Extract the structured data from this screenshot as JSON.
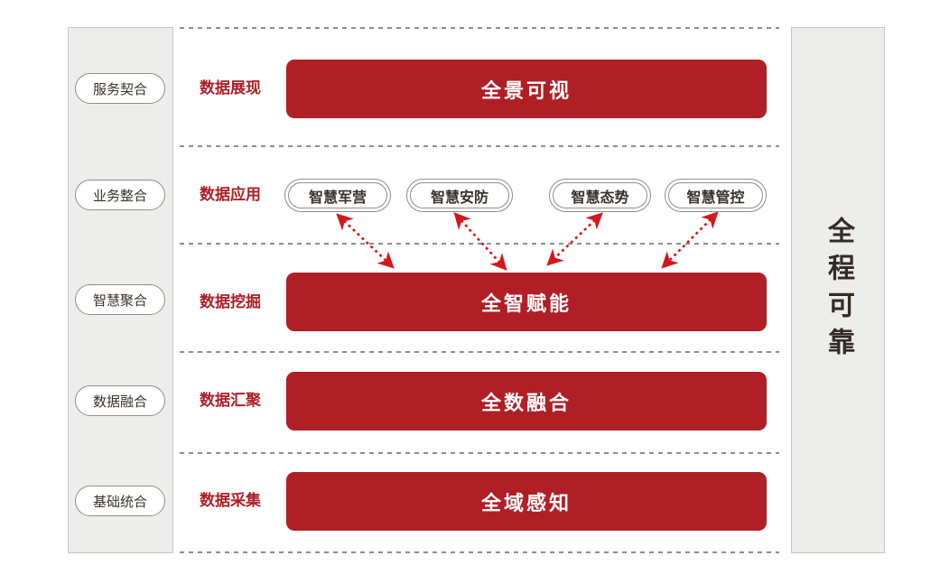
{
  "palette": {
    "bar_red": "#b01f26",
    "label_red": "#ad1f26",
    "arrow_red": "#d6161b",
    "panel_gray": "#ededec",
    "ring_gray": "#8f8d88",
    "text_dark": "#37322c"
  },
  "left_sidebar": {
    "items": [
      {
        "label": "服务契合"
      },
      {
        "label": "业务整合"
      },
      {
        "label": "智慧聚合"
      },
      {
        "label": "数据融合"
      },
      {
        "label": "基础统合"
      }
    ]
  },
  "right_sidebar": {
    "label": "全程可靠"
  },
  "layers": [
    {
      "label": "数据展现",
      "bar": "全景可视"
    },
    {
      "label": "数据应用",
      "apps": [
        {
          "label": "智慧军营"
        },
        {
          "label": "智慧安防"
        },
        {
          "label": "智慧态势"
        },
        {
          "label": "智慧管控"
        }
      ]
    },
    {
      "label": "数据挖掘",
      "bar": "全智赋能"
    },
    {
      "label": "数据汇聚",
      "bar": "全数融合"
    },
    {
      "label": "数据采集",
      "bar": "全域感知"
    }
  ]
}
